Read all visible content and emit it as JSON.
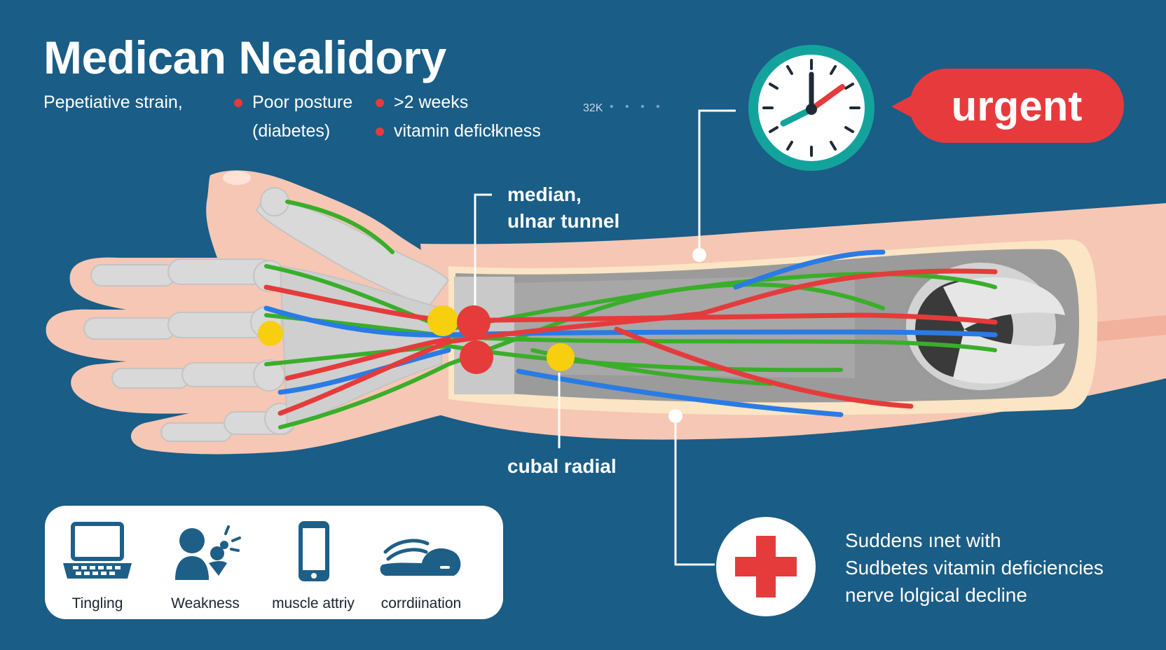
{
  "header": {
    "title": "Medican Nealidory",
    "risk_factors": {
      "col1_line1": "Pepetiative strain,",
      "col2_line1": "Poor posture",
      "col2_line2": "(diabetes)",
      "col3_line1": ">2 weeks",
      "col3_line2": "vitamin deficłkness"
    },
    "tiny_label": "32K",
    "tiny_dots": "• • • •"
  },
  "diagram": {
    "label_median": "median,",
    "label_ulnar": "ulnar tunnel",
    "label_cubital": "cubal radial"
  },
  "urgency": {
    "label": "urgent"
  },
  "symptoms": [
    {
      "label": "Tingling",
      "icon": "laptop-icon"
    },
    {
      "label": "Weakness",
      "icon": "person-speaking-icon"
    },
    {
      "label": "muscle attriy",
      "icon": "phone-icon"
    },
    {
      "label": "corrdiination",
      "icon": "sleeping-icon"
    }
  ],
  "red_flags": {
    "icon": "medical-cross-icon",
    "line1": "Suddens ınet with",
    "line2": "Sudbetes vitamin deficiencies",
    "line3": "nerve lolgical decline"
  },
  "colors": {
    "background": "#1a5d86",
    "skin": "#f6c7b4",
    "bone": "#d9d9d9",
    "nerve_red": "#e53b3b",
    "nerve_green": "#3aae2a",
    "nerve_blue": "#2a7be4",
    "marker_yellow": "#f7cf0f",
    "clock_teal": "#14a39c",
    "urgent_red": "#e73a3d"
  }
}
